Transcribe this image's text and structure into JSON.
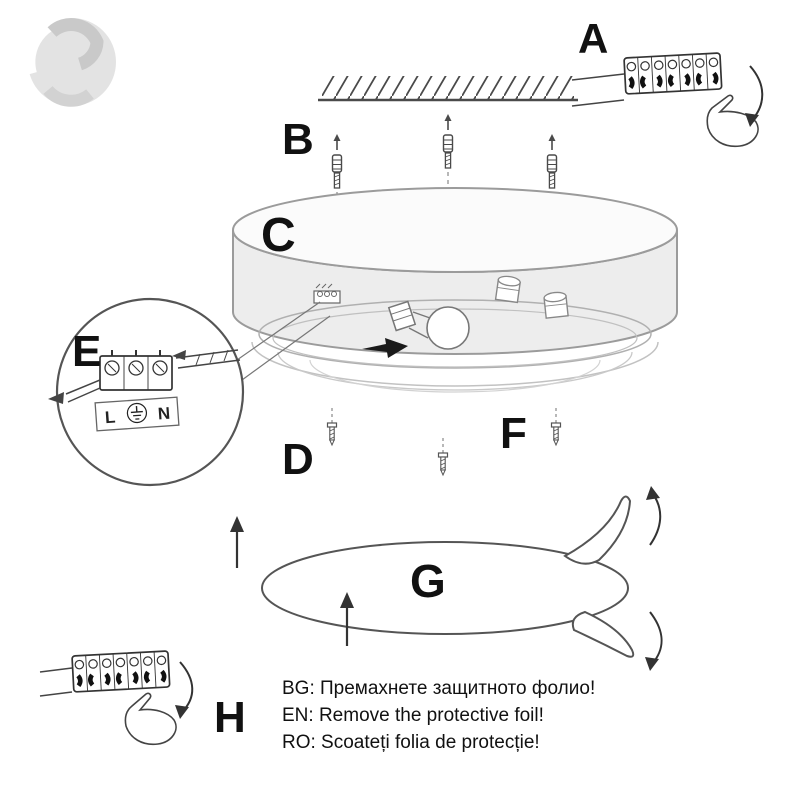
{
  "steps": {
    "a": "A",
    "b": "B",
    "c": "C",
    "d": "D",
    "e": "E",
    "f": "F",
    "g": "G",
    "h": "H"
  },
  "wiring": {
    "line": "L",
    "neutral": "N"
  },
  "instructions": {
    "bg": "BG: Премахнете защитното фолио!",
    "en": "EN: Remove the protective foil!",
    "ro": "RO: Scoateți folia de protecție!"
  },
  "colors": {
    "line_art": "#4a4a4a",
    "drum_outline": "#9b9b9b",
    "drum_fill": "#ededed",
    "light_detail": "#b5b5b5",
    "black": "#111111",
    "logo_gray": "#d9d9d9"
  }
}
